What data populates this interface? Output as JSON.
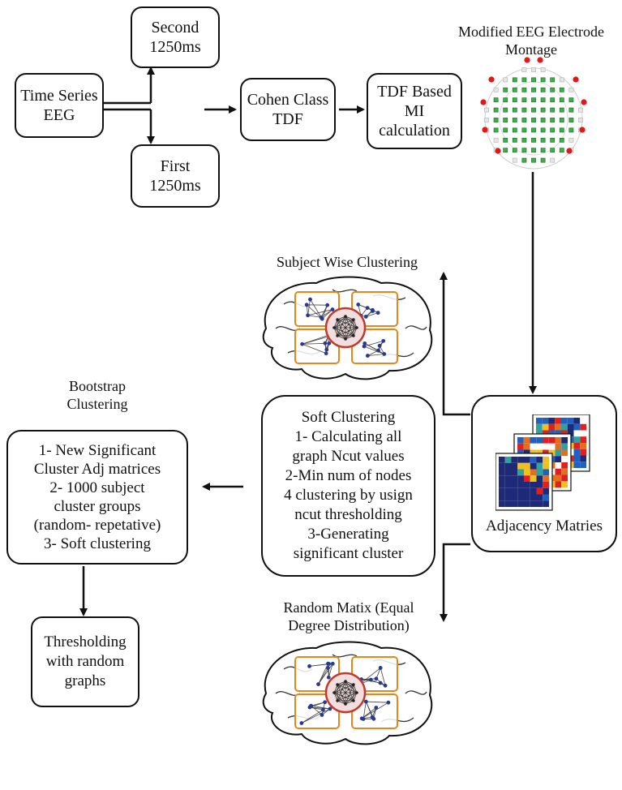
{
  "boxes": {
    "time_series": [
      "Time Series",
      "EEG"
    ],
    "second": [
      "Second",
      "1250ms"
    ],
    "first": [
      "First",
      "1250ms"
    ],
    "cohen": [
      "Cohen Class",
      "TDF"
    ],
    "tdf_mi": [
      "TDF Based",
      "MI",
      "calculation"
    ],
    "adjacency_label": "Adjacency Matries",
    "soft": [
      "Soft Clustering",
      "1- Calculating all",
      "graph Ncut  values",
      "2-Min num of nodes",
      "4 clustering by usign",
      "ncut thresholding",
      "3-Generating",
      "significant cluster"
    ],
    "bootstrap": [
      "1- New Significant",
      "Cluster Adj matrices",
      "2- 1000 subject",
      "cluster groups",
      "(random- repetative)",
      "3- Soft clustering"
    ],
    "threshold": [
      "Thresholding",
      "with random",
      "graphs"
    ]
  },
  "labels": {
    "montage": [
      "Modified EEG Electrode",
      "Montage"
    ],
    "subject_wise": "Subject Wise Clustering",
    "bootstrap": [
      "Bootstrap",
      "Clustering"
    ],
    "random_matrix": [
      "Random Matix (Equal",
      "Degree Distribution)"
    ]
  },
  "colors": {
    "line": "#111111",
    "electrode_green": "#3cae4a",
    "electrode_red": "#e01818",
    "cluster_orange": "#e08a1e",
    "node_blue": "#2a3a8c",
    "center_red": "#c0392b"
  }
}
